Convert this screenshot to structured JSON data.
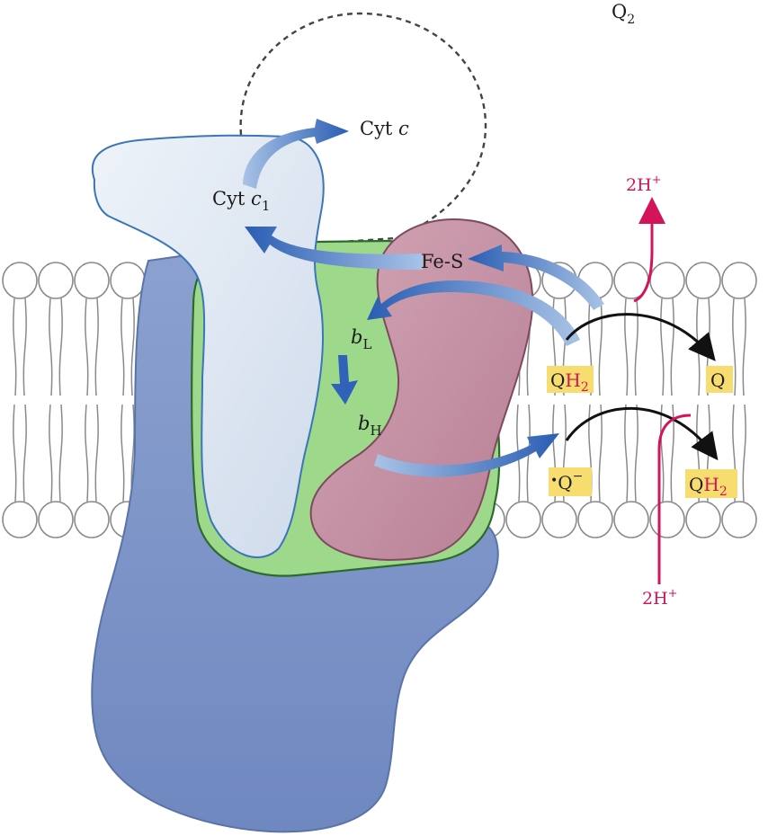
{
  "labels": {
    "top_partial": "Q",
    "top_partial_sub": "2",
    "cyt_c_prefix": "Cyt ",
    "cyt_c_var": "c",
    "cyt_c1_prefix": "Cyt ",
    "cyt_c1_var": "c",
    "cyt_c1_sub": "1",
    "fe_s": "Fe-S",
    "b_var": "b",
    "bL_sub": "L",
    "bH_sub": "H",
    "h_top": "2H",
    "h_top_sup": "+",
    "h_bottom": "2H",
    "h_bottom_sup": "+"
  },
  "quinone_boxes": [
    {
      "name": "qh2-upper",
      "main": "Q",
      "sub_main": "H",
      "sub": "2"
    },
    {
      "name": "q-upper",
      "main": "Q"
    },
    {
      "name": "semiquinone",
      "dot": "•",
      "main": "Q",
      "sup": "−"
    },
    {
      "name": "qh2-lower",
      "main": "Q",
      "sub_main": "H",
      "sub": "2"
    }
  ],
  "colors": {
    "membrane_line": "#8a8a8a",
    "protein_blue": "#7f97c8",
    "cyt_c1": "#dfe7f2",
    "core_green": "#9ed98b",
    "rieske_pink": "#c48aa0",
    "arrow_blue": "#2f62b8",
    "proton_pink": "#d4145a",
    "quinone_box": "#f7dc6f"
  }
}
